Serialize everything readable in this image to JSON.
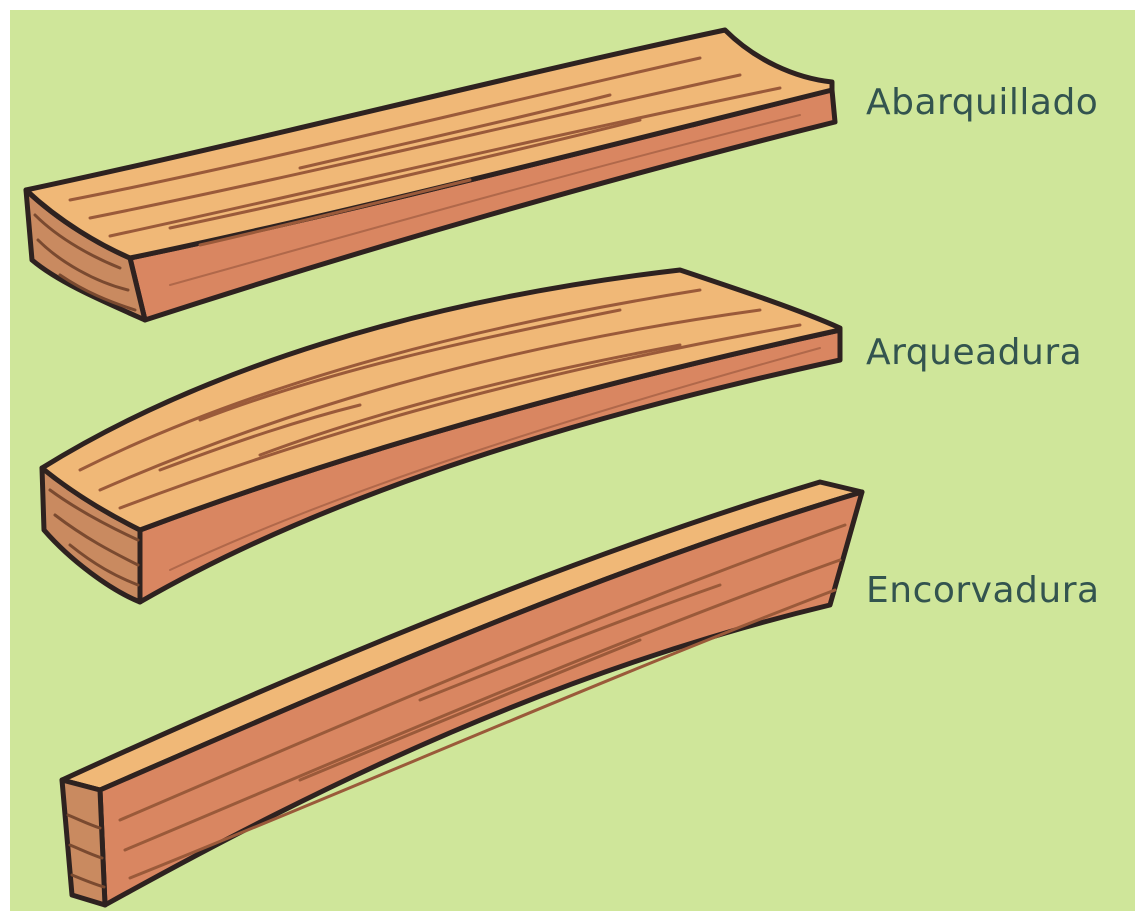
{
  "labels": {
    "abarquillado": "Abarquillado",
    "arqueadura": "Arqueadura",
    "encorvadura": "Encorvadura"
  },
  "colors": {
    "background": "#cfe69a",
    "wood_top": "#f0b877",
    "wood_side": "#d98661",
    "wood_end": "#c98a60",
    "grain": "#9a5a3a",
    "outline": "#2e2220",
    "label_text": "#33544f"
  }
}
